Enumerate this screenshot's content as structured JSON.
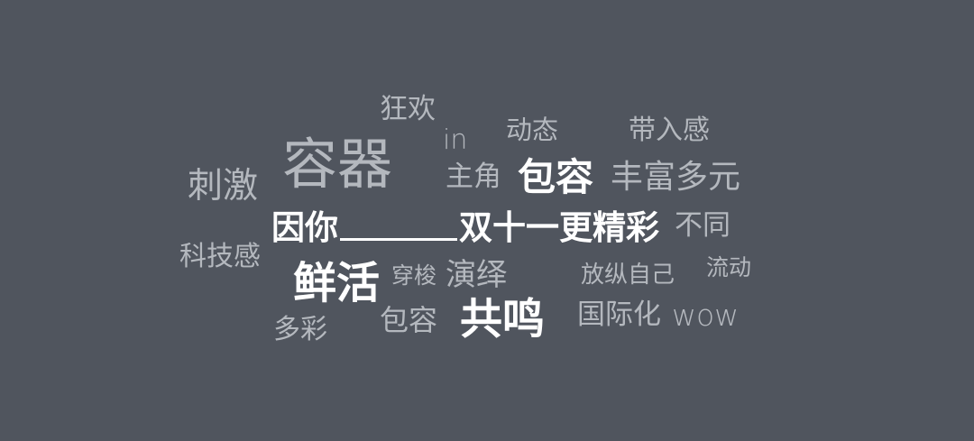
{
  "background_color": "#50555e",
  "colors": {
    "light_word": "#b4b8be",
    "bold_word": "#ffffff"
  },
  "headline": {
    "prefix": "因你",
    "blank": "________",
    "suffix": "双十一更精彩"
  },
  "words": [
    {
      "id": "kuanghuan",
      "text": "狂欢"
    },
    {
      "id": "in",
      "text": "in"
    },
    {
      "id": "dongtai",
      "text": "动态"
    },
    {
      "id": "dairugan",
      "text": "带入感"
    },
    {
      "id": "rongqi",
      "text": "容器"
    },
    {
      "id": "cijii",
      "text": "刺激"
    },
    {
      "id": "zhujiao",
      "text": "主角"
    },
    {
      "id": "baorong-bold",
      "text": "包容"
    },
    {
      "id": "fengfu",
      "text": "丰富多元"
    },
    {
      "id": "butong",
      "text": "不同"
    },
    {
      "id": "kejigan",
      "text": "科技感"
    },
    {
      "id": "xianhuo",
      "text": "鲜活"
    },
    {
      "id": "chuansuo",
      "text": "穿梭"
    },
    {
      "id": "yanyi",
      "text": "演绎"
    },
    {
      "id": "fangzong",
      "text": "放纵自己"
    },
    {
      "id": "liudong",
      "text": "流动"
    },
    {
      "id": "duocai",
      "text": "多彩"
    },
    {
      "id": "baorong-light",
      "text": "包容"
    },
    {
      "id": "gongming",
      "text": "共鸣"
    },
    {
      "id": "guojihua",
      "text": "国际化"
    },
    {
      "id": "wow",
      "text": "wow"
    }
  ]
}
